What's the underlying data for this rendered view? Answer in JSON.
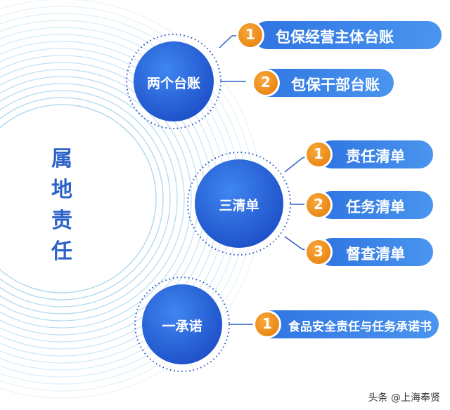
{
  "core": {
    "chars": [
      "属",
      "地",
      "责",
      "任"
    ]
  },
  "groups": [
    {
      "hub": "两个台账",
      "items": [
        {
          "num": "1",
          "label": "包保经营主体台账"
        },
        {
          "num": "2",
          "label": "包保干部台账"
        }
      ]
    },
    {
      "hub": "三清单",
      "items": [
        {
          "num": "1",
          "label": "责任清单"
        },
        {
          "num": "2",
          "label": "任务清单"
        },
        {
          "num": "3",
          "label": "督查清单"
        }
      ]
    },
    {
      "hub": "一承诺",
      "items": [
        {
          "num": "1",
          "label": "食品安全责任与任务承诺书"
        }
      ]
    }
  ],
  "watermark": "头条 @上海奉贤",
  "colors": {
    "blue": "#2f6fe0",
    "pill": "#3a86e8",
    "orange": "#f0901e",
    "ring": "#9fd0ec",
    "title": "#2d63c8"
  }
}
